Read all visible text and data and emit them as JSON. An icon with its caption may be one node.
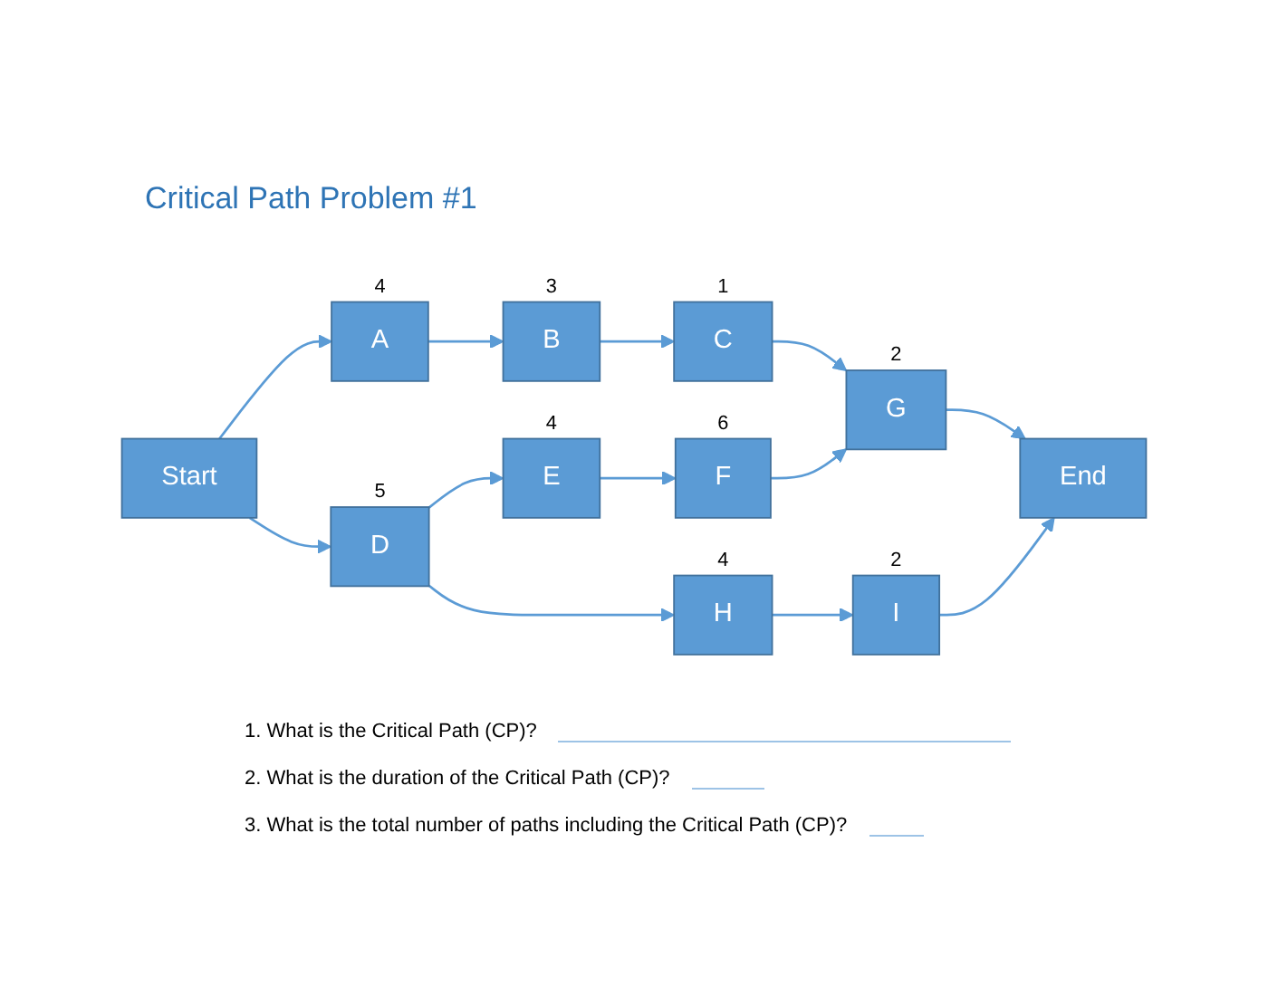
{
  "diagram": {
    "title": "Critical Path Problem #1",
    "nodes": [
      {
        "text": [
          "Start"
        ]
      },
      {
        "text": [
          "A"
        ],
        "beside": [
          "4"
        ]
      },
      {
        "text": [
          "B"
        ],
        "beside": [
          "3"
        ]
      },
      {
        "text": [
          "C"
        ],
        "beside": [
          "1"
        ]
      },
      {
        "text": [
          "D"
        ],
        "beside": [
          "5"
        ]
      },
      {
        "text": [
          "E"
        ],
        "beside": [
          "4"
        ]
      },
      {
        "text": [
          "F"
        ],
        "beside": [
          "6"
        ]
      },
      {
        "text": [
          "G"
        ],
        "beside": [
          "2"
        ]
      },
      {
        "text": [
          "H"
        ],
        "beside": [
          "4"
        ]
      },
      {
        "text": [
          "I"
        ],
        "beside": [
          "2"
        ]
      },
      {
        "text": [
          "End"
        ]
      }
    ],
    "edges": [
      {
        "from": 0,
        "to": 1,
        "arrow": "to"
      },
      {
        "from": 0,
        "to": 4,
        "arrow": "to"
      },
      {
        "from": 1,
        "to": 2,
        "arrow": "to"
      },
      {
        "from": 2,
        "to": 3,
        "arrow": "to"
      },
      {
        "from": 3,
        "to": 7,
        "arrow": "to"
      },
      {
        "from": 4,
        "to": 5,
        "arrow": "to"
      },
      {
        "from": 4,
        "to": 8,
        "arrow": "to"
      },
      {
        "from": 5,
        "to": 6,
        "arrow": "to"
      },
      {
        "from": 6,
        "to": 7,
        "arrow": "to"
      },
      {
        "from": 7,
        "to": 10,
        "arrow": "to"
      },
      {
        "from": 8,
        "to": 9,
        "arrow": "to"
      },
      {
        "from": 9,
        "to": 10,
        "arrow": "to"
      }
    ],
    "labels": [
      "1. What is the Critical Path (CP)?",
      "2. What is the duration of the Critical Path (CP)?",
      "3. What is the total number of paths including the Critical Path (CP)?"
    ]
  }
}
